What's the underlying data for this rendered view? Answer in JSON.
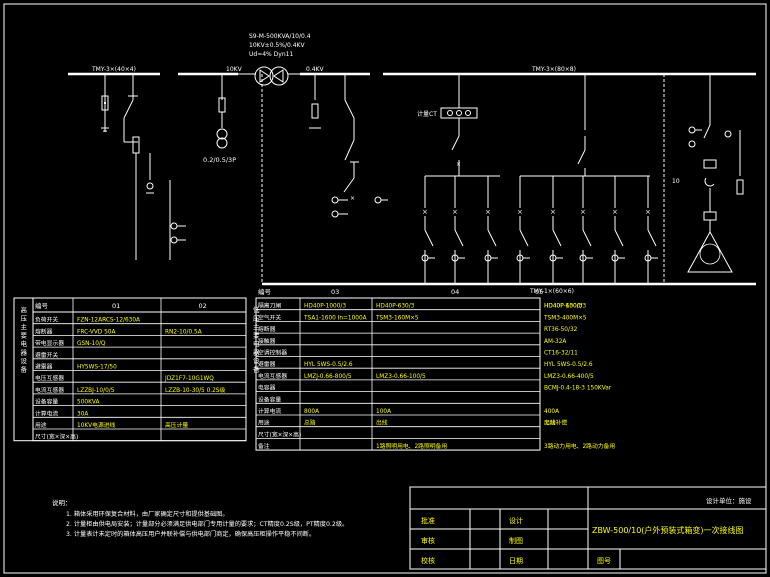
{
  "diagram": {
    "title_block": {
      "drawing_title": "ZBW-500/10(户外预装式箱变)一次接线图",
      "design_unit": "设计单位：施设",
      "labels": {
        "approve": "批准",
        "review": "审核",
        "check": "校核",
        "design": "设计",
        "draw": "制图",
        "date": "日期",
        "drawing_no": "图号"
      }
    },
    "schematic": {
      "transformer_spec": [
        "S9-M-500KVA/10/0.4",
        "10KV±0.5%/0.4KV",
        "Ud=4%  Dyn11"
      ],
      "hv_bus": "10KV",
      "lv_bus": "0.4KV",
      "bus_hv_cabinet": "TMY-3×(40×4)",
      "bus_lv_main": "TMY-3×(80×8)",
      "bus_neutral": "TMY-1×(60×6)",
      "pt_ratio": "0.2/0.5/3P",
      "meter_ct": "计量CT",
      "cap_label": "10"
    },
    "table_left": {
      "side_label": "高压主要电器设备",
      "header": [
        "编号",
        "01",
        "02"
      ],
      "rows": [
        [
          "负荷开关",
          "FZN-12ARCS-12/630A",
          ""
        ],
        [
          "熔断器",
          "FRC-VVD 50A",
          "RN2-10/0.5A"
        ],
        [
          "带电显示器",
          "GSN-10/Q",
          ""
        ],
        [
          "避雷开关",
          "",
          ""
        ],
        [
          "避雷器",
          "HY5WS-17/50",
          ""
        ],
        [
          "电压互感器",
          "",
          "JDZ1F7-10G1WQ"
        ],
        [
          "电流互感器",
          "LZZBJ-10/0/5",
          "LZZB-10-30/5 0.2S级"
        ],
        [
          "设备容量",
          "500KVA",
          ""
        ],
        [
          "计算电流",
          "30A",
          ""
        ],
        [
          "用途",
          "10KV电源进线",
          "高压计量"
        ],
        [
          "尺寸(宽×深×高)",
          "",
          ""
        ]
      ]
    },
    "table_right": {
      "side_label": "低压主要电器设备",
      "header": [
        "编号",
        "03",
        "04",
        "05"
      ],
      "rows": [
        [
          "隔离刀闸",
          "HD40P-1000/3",
          "HD40P-630/3",
          "HD40P-1000/3",
          "HD40P-630/3"
        ],
        [
          "空气开关",
          "TSA1-1600 In=1000A",
          "TSM3-160M×5",
          "TSM3-400M×5",
          ""
        ],
        [
          "熔断器",
          "",
          "",
          "",
          "RT36-50/32"
        ],
        [
          "接触器",
          "",
          "",
          "",
          "AM-32A"
        ],
        [
          "空调控制器",
          "",
          "",
          "",
          "CT16-32/11"
        ],
        [
          "避雷器",
          "HYL 5WS-0.5/2.6",
          "",
          "",
          "HYL 5WS-0.5/2.6"
        ],
        [
          "电流互感器",
          "LMZJ-0.66-800/5",
          "LMZ3-0.66-100/5",
          "LMZ3-0.66-400/5",
          ""
        ],
        [
          "电容器",
          "",
          "",
          "",
          "BCMJ-0.4-18-3 150KVar"
        ],
        [
          "设备容量",
          "",
          "",
          "",
          ""
        ],
        [
          "计算电流",
          "800A",
          "100A",
          "400A",
          ""
        ],
        [
          "用途",
          "总路",
          "出线",
          "出线",
          "无功补偿"
        ],
        [
          "尺寸(宽×深×高)",
          "",
          "",
          "",
          ""
        ],
        [
          "备注",
          "",
          "1路照明用电、2路照明备用",
          "3路动力用电、2路动力备用",
          ""
        ]
      ],
      "remark_label": "备注"
    },
    "notes": {
      "heading": "说明：",
      "lines": [
        "1. 箱体采用环保复合材料，由厂家确定尺寸和提供基础图。",
        "2. 计量柜由供电局安装；计量部分必须满足供电部门专用计量的要求；CT精度0.2S级，PT精度0.2级。",
        "3. 计量表计未定时的箱体高压用户并联补偿与供电部门商定，确保高压柜操作平稳不间断。"
      ]
    }
  }
}
